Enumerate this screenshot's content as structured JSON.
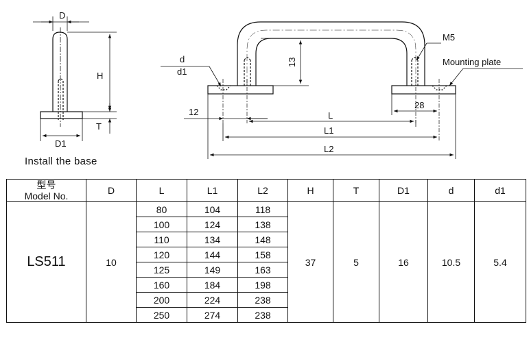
{
  "left_view": {
    "dim_D": "D",
    "dim_H": "H",
    "dim_T": "T",
    "dim_D1": "D1",
    "caption": "Install the base"
  },
  "main_view": {
    "label_d": "d",
    "label_d1": "d1",
    "dim_13": "13",
    "label_M5": "M5",
    "label_mounting_plate": "Mounting plate",
    "dim_12": "12",
    "dim_28": "28",
    "dim_L": "L",
    "dim_L1": "L1",
    "dim_L2": "L2"
  },
  "table": {
    "headers": {
      "model_cn": "型号",
      "model_en": "Model No.",
      "D": "D",
      "L": "L",
      "L1": "L1",
      "L2": "L2",
      "H": "H",
      "T": "T",
      "D1": "D1",
      "d": "d",
      "d1": "d1"
    },
    "model": "LS511",
    "D": "10",
    "H": "37",
    "T": "5",
    "D1": "16",
    "d": "10.5",
    "d1": "5.4",
    "rows": [
      {
        "L": "80",
        "L1": "104",
        "L2": "118"
      },
      {
        "L": "100",
        "L1": "124",
        "L2": "138"
      },
      {
        "L": "110",
        "L1": "134",
        "L2": "148"
      },
      {
        "L": "120",
        "L1": "144",
        "L2": "158"
      },
      {
        "L": "125",
        "L1": "149",
        "L2": "163"
      },
      {
        "L": "160",
        "L1": "184",
        "L2": "198"
      },
      {
        "L": "200",
        "L1": "224",
        "L2": "238"
      },
      {
        "L": "250",
        "L1": "274",
        "L2": "238"
      }
    ]
  }
}
